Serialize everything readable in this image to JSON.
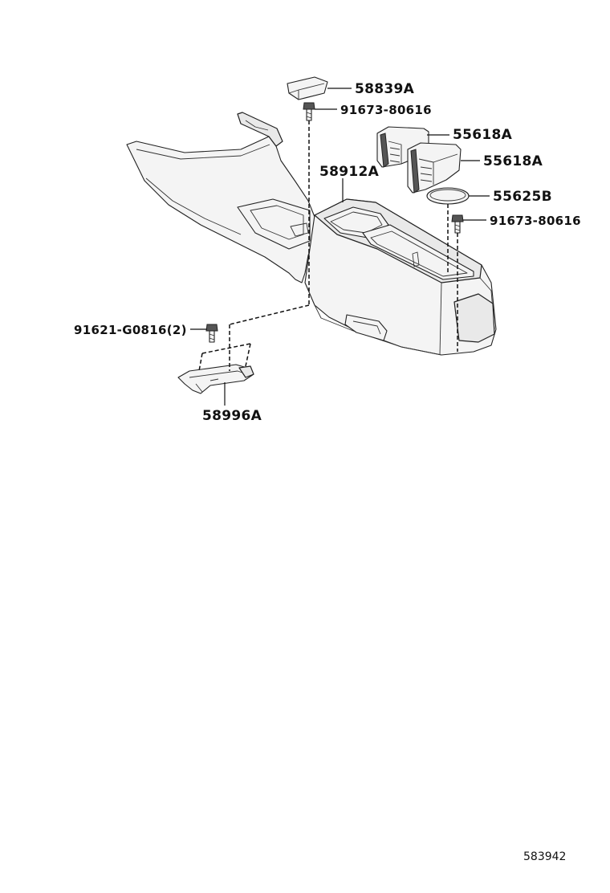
{
  "parts": {
    "cap": "58839A",
    "screw_top": "91673-80616",
    "holder_upper": "55618A",
    "holder_lower": "55618A",
    "console_box": "58912A",
    "mat": "55625B",
    "screw_right": "91673-80616",
    "bolt_left": "91621-G0816(2)",
    "bracket": "58996A"
  },
  "reference_number": "583942"
}
